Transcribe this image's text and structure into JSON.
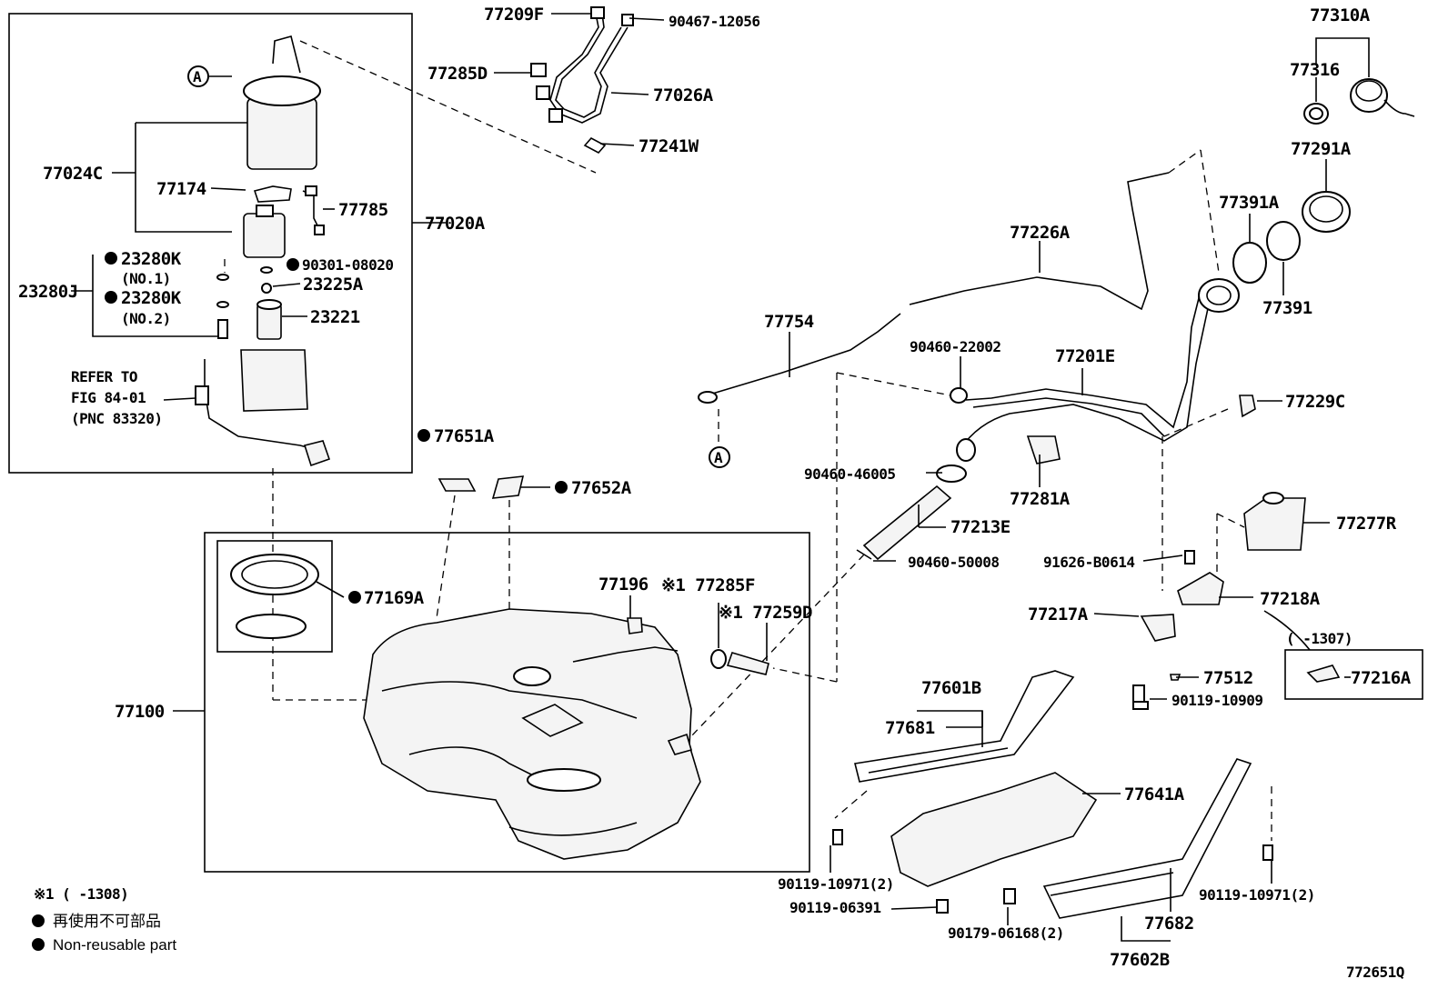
{
  "diagram": {
    "figure_id": "772651Q",
    "labels": {
      "p77209F": "77209F",
      "p90467": "90467-12056",
      "p77285D": "77285D",
      "p77026A": "77026A",
      "p77241W": "77241W",
      "p77310A": "77310A",
      "p77316": "77316",
      "p77291A": "77291A",
      "p77391A": "77391A",
      "p77391": "77391",
      "p77226A": "77226A",
      "p77754": "77754",
      "p90460_22002": "90460-22002",
      "p77201E": "77201E",
      "p77229C": "77229C",
      "p90460_46005": "90460-46005",
      "p77281A": "77281A",
      "p77213E": "77213E",
      "p90460_50008": "90460-50008",
      "p77277R": "77277R",
      "p91626": "91626-B0614",
      "p77218A": "77218A",
      "p77217A": "77217A",
      "p1307": "(     -1307)",
      "p77216A": "77216A",
      "p77512": "77512",
      "p90119_10909": "90119-10909",
      "p77601B": "77601B",
      "p77681": "77681",
      "p77641A": "77641A",
      "p90119_10971a": "90119-10971(2)",
      "p90119_06391": "90119-06391",
      "p90179": "90179-06168(2)",
      "p90119_10971b": "90119-10971(2)",
      "p77682": "77682",
      "p77602B": "77602B",
      "p77024C": "77024C",
      "p77174": "77174",
      "p77785": "77785",
      "p77020A": "77020A",
      "p23280K1": "23280K",
      "pNO1": "(NO.1)",
      "p90301": "90301-08020",
      "p23280J": "23280J",
      "p23225A": "23225A",
      "p23280K2": "23280K",
      "pNO2": "(NO.2)",
      "p23221": "23221",
      "refer1": "REFER TO",
      "refer2": "FIG 84-01",
      "refer3": "(PNC 83320)",
      "p77651A": "77651A",
      "p77652A": "77652A",
      "p77169A": "77169A",
      "p77196": "77196",
      "p77285F": "※1 77285F",
      "p77259D": "※1 77259D",
      "p77100": "77100",
      "circleA": "A"
    },
    "notes": {
      "note1": "※1 (      -1308)",
      "jp": "再使用不可部品",
      "en": "Non-reusable part"
    }
  }
}
